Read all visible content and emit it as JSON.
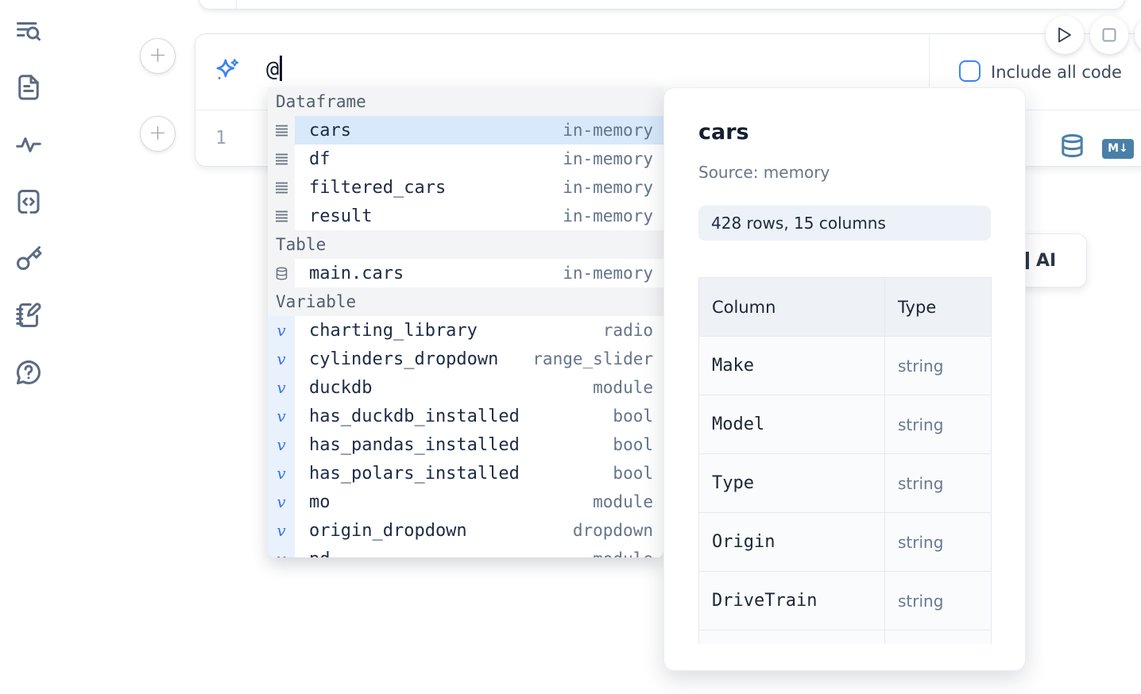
{
  "colors": {
    "accent_blue": "#3b82f6",
    "selected_row_bg": "#d7e9fb",
    "steel_blue": "#4a80a8",
    "text_dark": "#1c2838",
    "text_muted": "#64748b",
    "section_header_bg": "#f3f4f6",
    "variable_gutter_bg": "#e9f1fc",
    "badge_bg": "#edf1f8",
    "table_header_bg": "#eef2f7"
  },
  "icons": {
    "sidebar": [
      "list-search-icon",
      "file-icon",
      "activity-icon",
      "code-snippet-icon",
      "key-icon",
      "scratchpad-icon",
      "help-chat-icon"
    ],
    "cell": [
      "sparkle-ai-icon",
      "database-convert-icon",
      "markdown-convert-icon"
    ],
    "run_controls": [
      "play-icon",
      "stop-icon"
    ],
    "autocomplete": [
      "dataframe-rows-icon",
      "database-table-icon",
      "variable-v-icon"
    ]
  },
  "prompt": {
    "value": "@",
    "include_all_code_label": "Include all code"
  },
  "editor": {
    "line_number": "1"
  },
  "markdown_badge": "M↓",
  "autocomplete": {
    "sections": [
      {
        "label": "Dataframe",
        "items": [
          {
            "name": "cars",
            "type": "in-memory",
            "selected": true
          },
          {
            "name": "df",
            "type": "in-memory"
          },
          {
            "name": "filtered_cars",
            "type": "in-memory"
          },
          {
            "name": "result",
            "type": "in-memory"
          }
        ]
      },
      {
        "label": "Table",
        "items": [
          {
            "name": "main.cars",
            "type": "in-memory"
          }
        ]
      },
      {
        "label": "Variable",
        "items": [
          {
            "name": "charting_library",
            "type": "radio"
          },
          {
            "name": "cylinders_dropdown",
            "type": "range_slider"
          },
          {
            "name": "duckdb",
            "type": "module"
          },
          {
            "name": "has_duckdb_installed",
            "type": "bool"
          },
          {
            "name": "has_pandas_installed",
            "type": "bool"
          },
          {
            "name": "has_polars_installed",
            "type": "bool"
          },
          {
            "name": "mo",
            "type": "module"
          },
          {
            "name": "origin_dropdown",
            "type": "dropdown"
          },
          {
            "name": "pd",
            "type": "module"
          }
        ]
      }
    ]
  },
  "preview": {
    "title": "cars",
    "source": "Source: memory",
    "shape": "428 rows, 15 columns",
    "table": {
      "headers": [
        "Column",
        "Type"
      ],
      "rows": [
        {
          "column": "Make",
          "type": "string"
        },
        {
          "column": "Model",
          "type": "string"
        },
        {
          "column": "Type",
          "type": "string"
        },
        {
          "column": "Origin",
          "type": "string"
        },
        {
          "column": "DriveTrain",
          "type": "string"
        }
      ]
    }
  },
  "ai_button": {
    "visible_label": "AI"
  }
}
